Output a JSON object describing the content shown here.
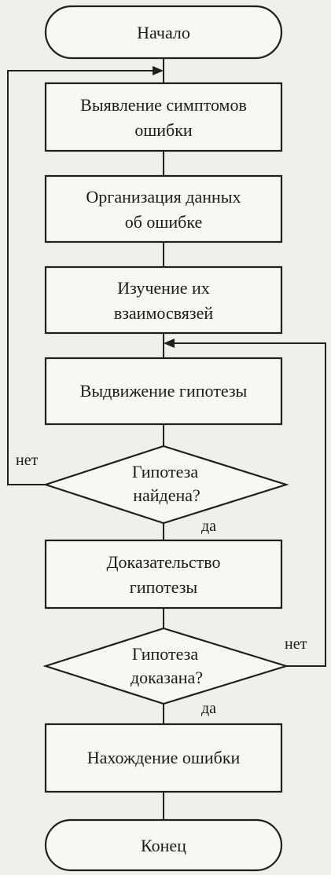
{
  "diagram": {
    "start": "Начало",
    "step1_line1": "Выявление симптомов",
    "step1_line2": "ошибки",
    "step2_line1": "Организация данных",
    "step2_line2": "об ошибке",
    "step3_line1": "Изучение их",
    "step3_line2": "взаимосвязей",
    "step4": "Выдвижение гипотезы",
    "decision1_line1": "Гипотеза",
    "decision1_line2": "найдена?",
    "step5_line1": "Доказательство",
    "step5_line2": "гипотезы",
    "decision2_line1": "Гипотеза",
    "decision2_line2": "доказана?",
    "step6": "Нахождение ошибки",
    "end": "Конец",
    "label_no": "нет",
    "label_yes": "да"
  }
}
